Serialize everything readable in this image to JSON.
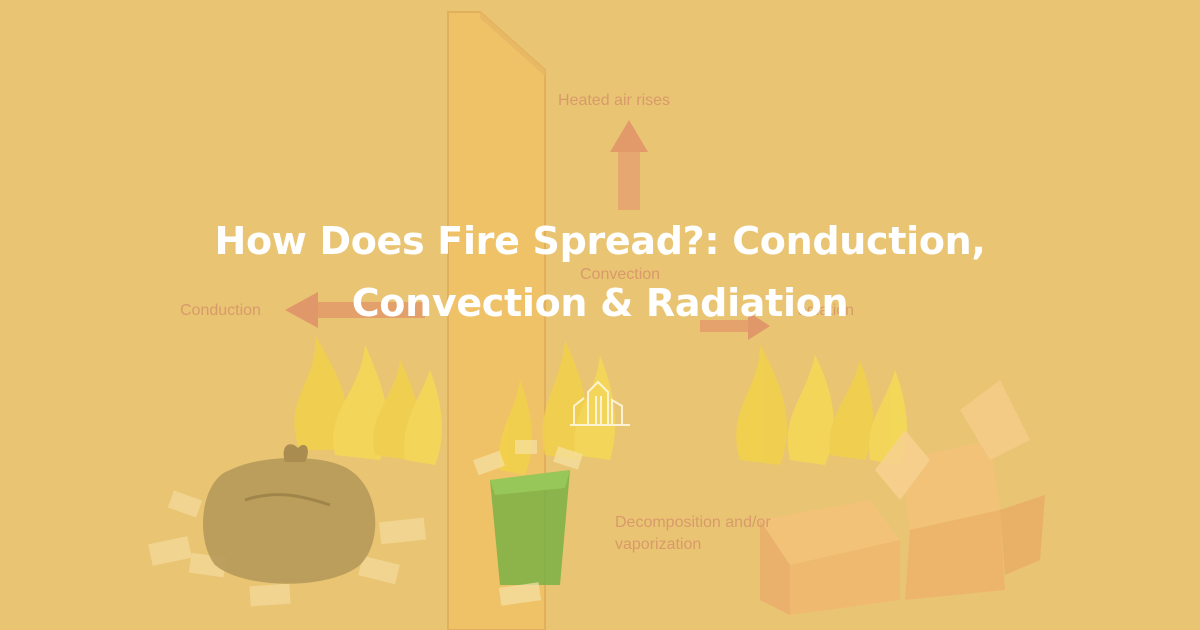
{
  "article": {
    "title": "How Does Fire Spread?: Conduction, Convection & Radiation"
  },
  "diagram": {
    "labels": {
      "heated_air": "Heated air rises",
      "convection": "Convection",
      "conduction": "Conduction",
      "radiation_partial": "adiation",
      "decomposition": "Decomposition and/or vaporization"
    },
    "icons": [
      "arrow-up-icon",
      "arrow-left-icon",
      "arrow-right-icon",
      "flame-icon",
      "trash-bag-icon",
      "wastebasket-icon",
      "box-icon",
      "wall-panel-icon"
    ]
  },
  "brand": {
    "logo_icon": "building-logo-icon"
  },
  "colors": {
    "background": "#e9c473",
    "title": "#ffffff",
    "label": "#d99a6a",
    "arrow": "#e0986a"
  }
}
